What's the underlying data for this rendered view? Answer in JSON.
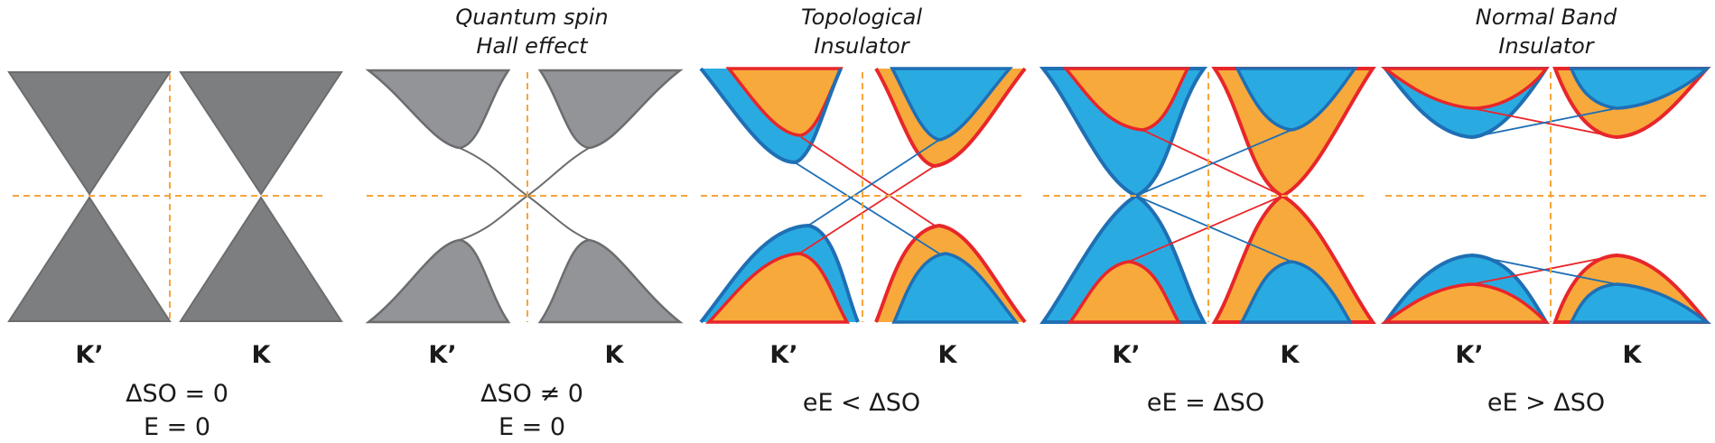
{
  "colors": {
    "gray_dark": "#7d7e80",
    "gray_light": "#939497",
    "gray_edge": "#6b6c6e",
    "blue_fill": "#29abe2",
    "blue_edge": "#1f6fb4",
    "orange_fill": "#f7a93b",
    "red_edge": "#e8262a",
    "axis_dashed": "#f6a53a",
    "text": "#1a1a1a"
  },
  "panels": [
    {
      "id": "dirac",
      "title_lines": [],
      "valleys": [
        "K’",
        "K"
      ],
      "condition_lines": [
        "ΔSO = 0",
        "E = 0"
      ]
    },
    {
      "id": "qshe",
      "title_lines": [
        "Quantum spin",
        "Hall effect"
      ],
      "valleys": [
        "K’",
        "K"
      ],
      "condition_lines": [
        "ΔSO ≠ 0",
        "E = 0"
      ]
    },
    {
      "id": "ti",
      "title_lines": [
        "Topological",
        "Insulator"
      ],
      "valleys": [
        "K’",
        "K"
      ],
      "condition_lines": [
        "eE < ΔSO"
      ]
    },
    {
      "id": "critical",
      "title_lines": [],
      "valleys": [
        "K’",
        "K"
      ],
      "condition_lines": [
        "eE = ΔSO"
      ]
    },
    {
      "id": "nbi",
      "title_lines": [
        "Normal Band",
        "Insulator"
      ],
      "valleys": [
        "K’",
        "K"
      ],
      "condition_lines": [
        "eE > ΔSO"
      ]
    }
  ]
}
